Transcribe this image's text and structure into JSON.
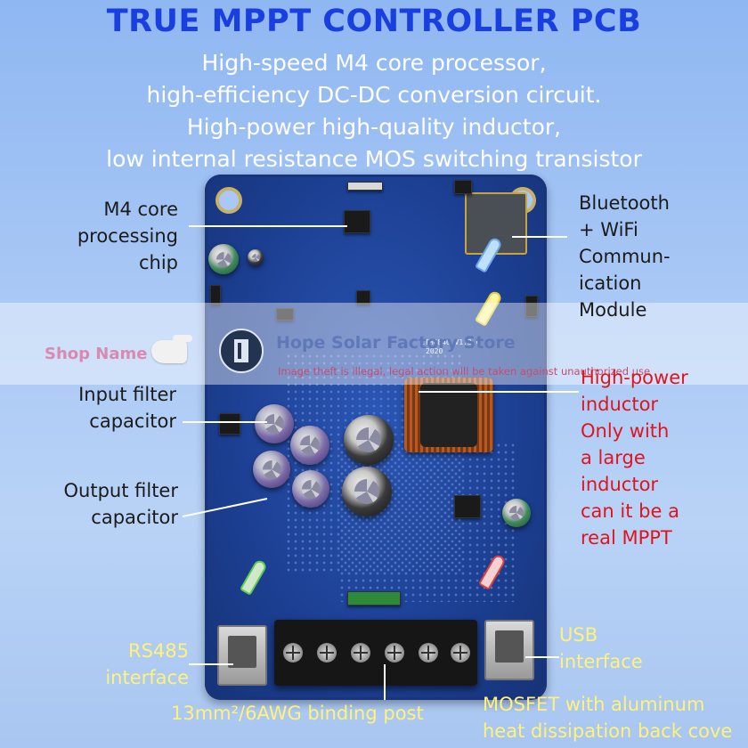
{
  "title": "TRUE MPPT CONTROLLER PCB",
  "subtitle_lines": [
    "High-speed M4 core processor,",
    "high-efficiency DC-DC conversion circuit.",
    "High-power high-quality inductor,",
    "low internal resistance MOS switching transistor"
  ],
  "labels": {
    "m4_chip": [
      "M4 core",
      "processing",
      "chip"
    ],
    "bluetooth": [
      "Bluetooth",
      "+ WiFi",
      "Commun-",
      "ication",
      "Module"
    ],
    "input_filter": [
      "Input filter",
      "capacitor"
    ],
    "output_filter": [
      "Output filter",
      "capacitor"
    ],
    "inductor": [
      "High-power",
      "inductor",
      "Only with",
      "a large",
      "inductor",
      "can it be a",
      "real MPPT"
    ],
    "rs485": [
      "RS485",
      "interface"
    ],
    "usb": [
      "USB",
      "interface"
    ],
    "binding_post": "13mm²/6AWG binding post",
    "mosfet": [
      "MOSFET with aluminum",
      "heat dissipation back cove"
    ]
  },
  "watermark": {
    "shop_name": "Shop Name",
    "store": "Hope Solar Factory Store",
    "warning": "Image theft is illegal, legal action will be taken against unauthorized use"
  },
  "silkscreen": {
    "board_id": "LTM4840_V1.3.C",
    "board_date": "2020"
  },
  "icons": {
    "pointer": "pointing-hand-icon",
    "logo": "store-logo-icon"
  },
  "colors": {
    "title": "#1a3fe0",
    "subtitle": "#ffffff",
    "highlight": "#e0141e",
    "interface_label": "#fff27a",
    "pcb": "#1c3f92"
  }
}
